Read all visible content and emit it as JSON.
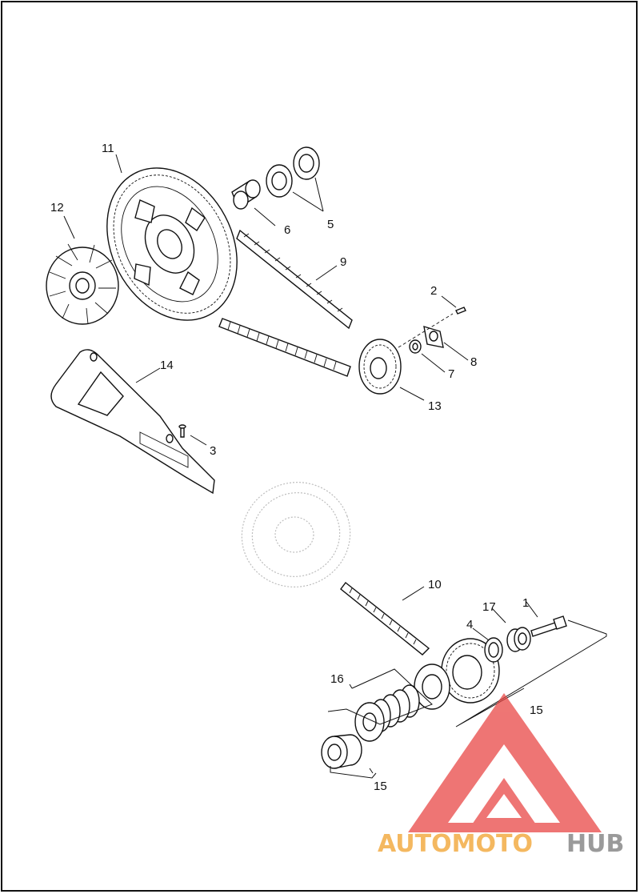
{
  "diagram": {
    "callouts": {
      "c1": "1",
      "c2": "2",
      "c3": "3",
      "c4": "4",
      "c5": "5",
      "c6": "6",
      "c7": "7",
      "c8": "8",
      "c9": "9",
      "c10": "10",
      "c11": "11",
      "c12": "12",
      "c13": "13",
      "c14": "14",
      "c15a": "15",
      "c15b": "15",
      "c16": "16",
      "c17": "17"
    }
  },
  "watermark": {
    "part1": "AUTOMOTO",
    "part2": "HUB",
    "logo_color": "#e8413f",
    "text_color_1": "#f4b860",
    "text_color_2": "#9a9a9a"
  }
}
